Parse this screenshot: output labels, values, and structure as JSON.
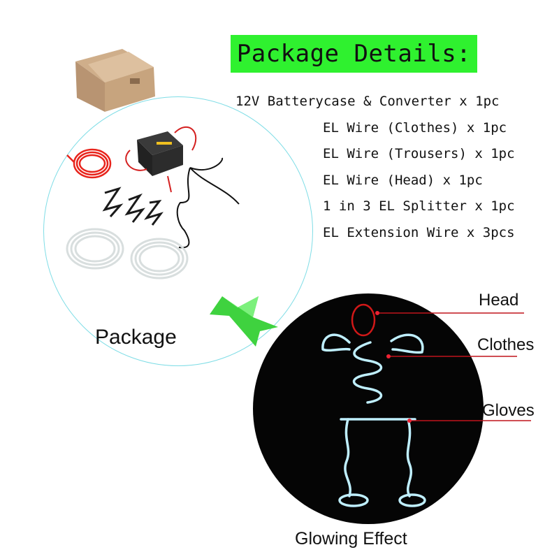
{
  "header": {
    "title": "Package Details:"
  },
  "package_items": [
    "12V Batterycase & Converter x 1pc",
    "EL Wire (Clothes) x 1pc",
    "EL Wire (Trousers) x 1pc",
    "EL Wire (Head) x 1pc",
    "1 in 3 EL Splitter x 1pc",
    "EL Extension Wire x 3pcs"
  ],
  "captions": {
    "package": "Package",
    "glowing": "Glowing Effect"
  },
  "callouts": {
    "head": "Head",
    "clothes": "Clothes",
    "gloves": "Gloves"
  },
  "colors": {
    "title_bg": "#2ff12f",
    "wire_glow": "#bfefff",
    "callout_line": "#c0141c",
    "arrow": "#3fd23f"
  }
}
